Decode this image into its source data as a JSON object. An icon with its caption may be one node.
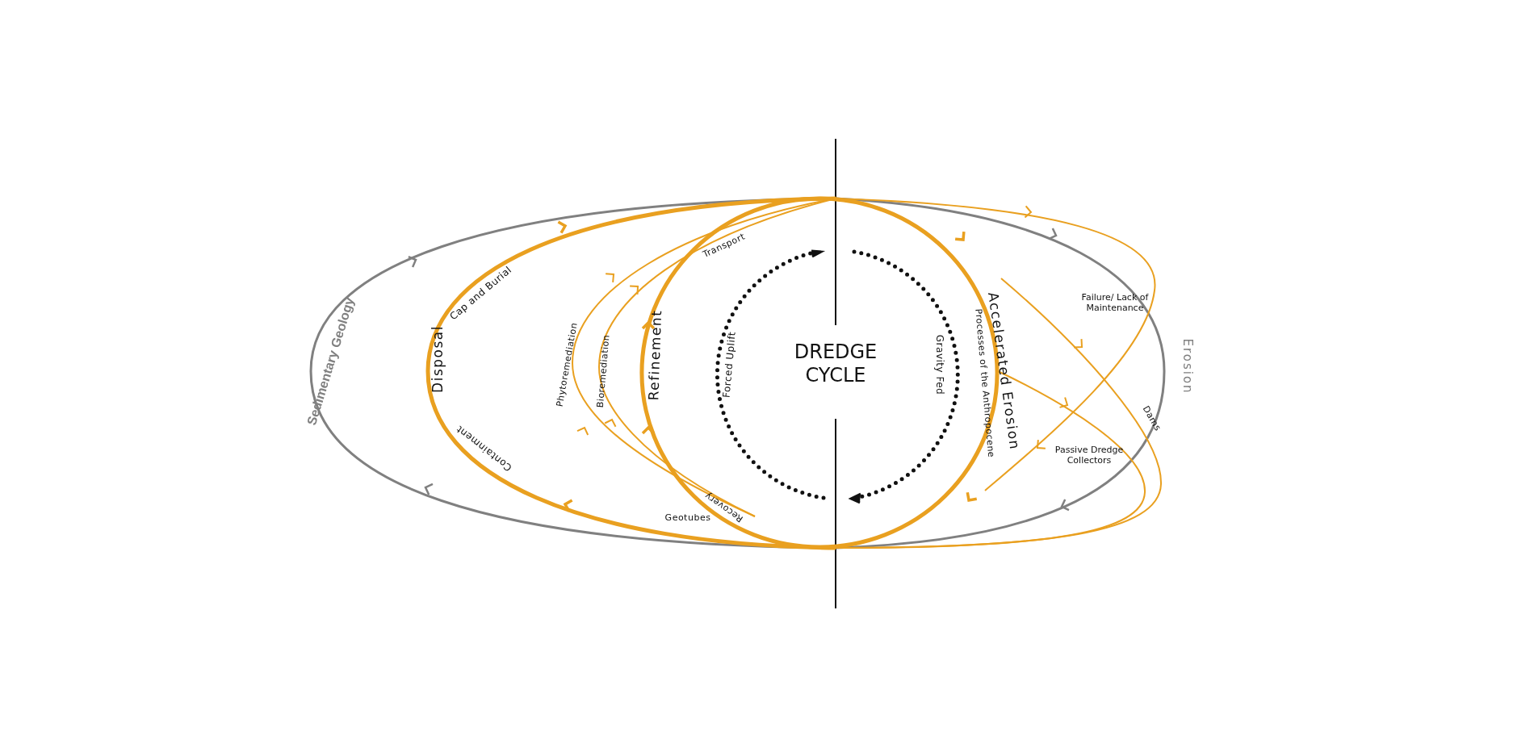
{
  "diagram": {
    "labels": [
      "Sedimentary Geology",
      "Cap and Burial",
      "Disposal",
      "Containment",
      "Phytoremediation",
      "Bioremediation",
      "Refinement",
      "Transport",
      "Recovery",
      "Geotubes",
      "Forced Uplift",
      "DREDGE CYCLE",
      "Gravity Fed",
      "Accelerated Erosion",
      "Processes of the Anthropocene",
      "Failure/ Lack of Maintenance",
      "Dams",
      "Passive Dredge Collectors",
      "Erosion"
    ]
  }
}
